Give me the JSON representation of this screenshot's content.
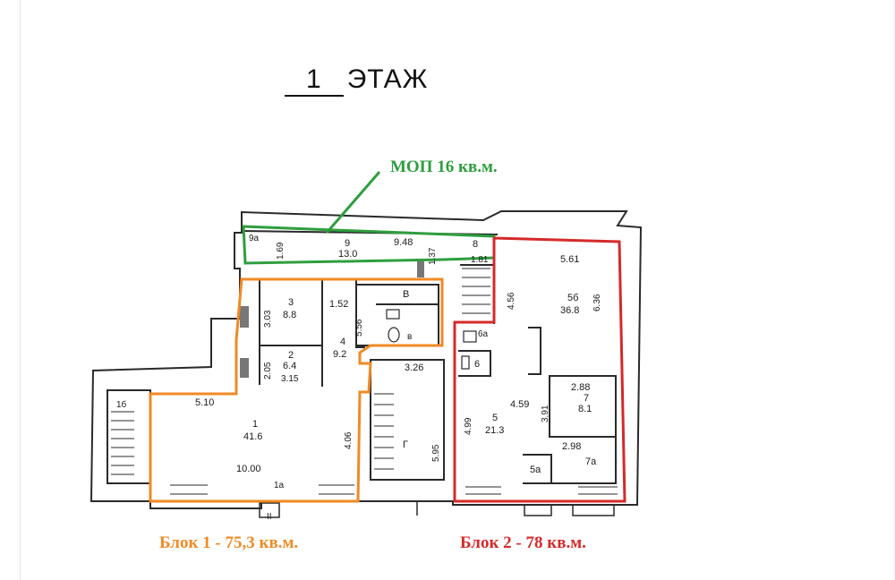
{
  "floor": {
    "number": "1",
    "word": "ЭТАЖ"
  },
  "captions": {
    "mop": "МОП 16 кв.м.",
    "block1": "Блок 1 - 75,3 кв.м.",
    "block2": "Блок 2 - 78 кв.м."
  },
  "colors": {
    "mop": "#2e9e3e",
    "block1": "#f08a24",
    "block2": "#d42a2a",
    "walls": "#2a2a2a"
  },
  "rooms": {
    "r9a": "9а",
    "r9": {
      "num": "9",
      "area": "13.0",
      "dim_len": "9.48",
      "dim_left": "1.69",
      "dim_right": "1.37"
    },
    "r8": {
      "num": "8",
      "dim": "1.81"
    },
    "r3": {
      "num": "3",
      "area": "8.8",
      "dim": "3.03"
    },
    "r2": {
      "num": "2",
      "area": "6.4",
      "dim_w": "3.15",
      "dim_h": "2.05"
    },
    "r4": {
      "num": "4",
      "area": "9.2",
      "dim_w": "1.52",
      "dim_h": "5.56"
    },
    "rV": {
      "top": "В",
      "bottom": "в"
    },
    "r1": {
      "num": "1",
      "area": "41.6",
      "dim_w": "5.10",
      "dim_len": "10.00",
      "dim_h": "4.06"
    },
    "r1b": "1б",
    "r1a": "1а",
    "exit": "II",
    "rG": {
      "num": "Г",
      "dim_w": "3.26",
      "dim_h": "5.95"
    },
    "r5b": {
      "num": "5б",
      "area": "36.8",
      "dim_w": "5.61",
      "dim_h": "6.36",
      "dim_left": "4.56"
    },
    "r6a": "6а",
    "r6": "6",
    "r5": {
      "num": "5",
      "area": "21.3",
      "dim_w": "4.59",
      "dim_h": "3.91",
      "dim_left": "4.99"
    },
    "r7": {
      "num": "7",
      "area": "8.1",
      "dim": "2.88"
    },
    "r7a": {
      "num": "7а",
      "dim": "2.98"
    },
    "r5a": "5а"
  }
}
